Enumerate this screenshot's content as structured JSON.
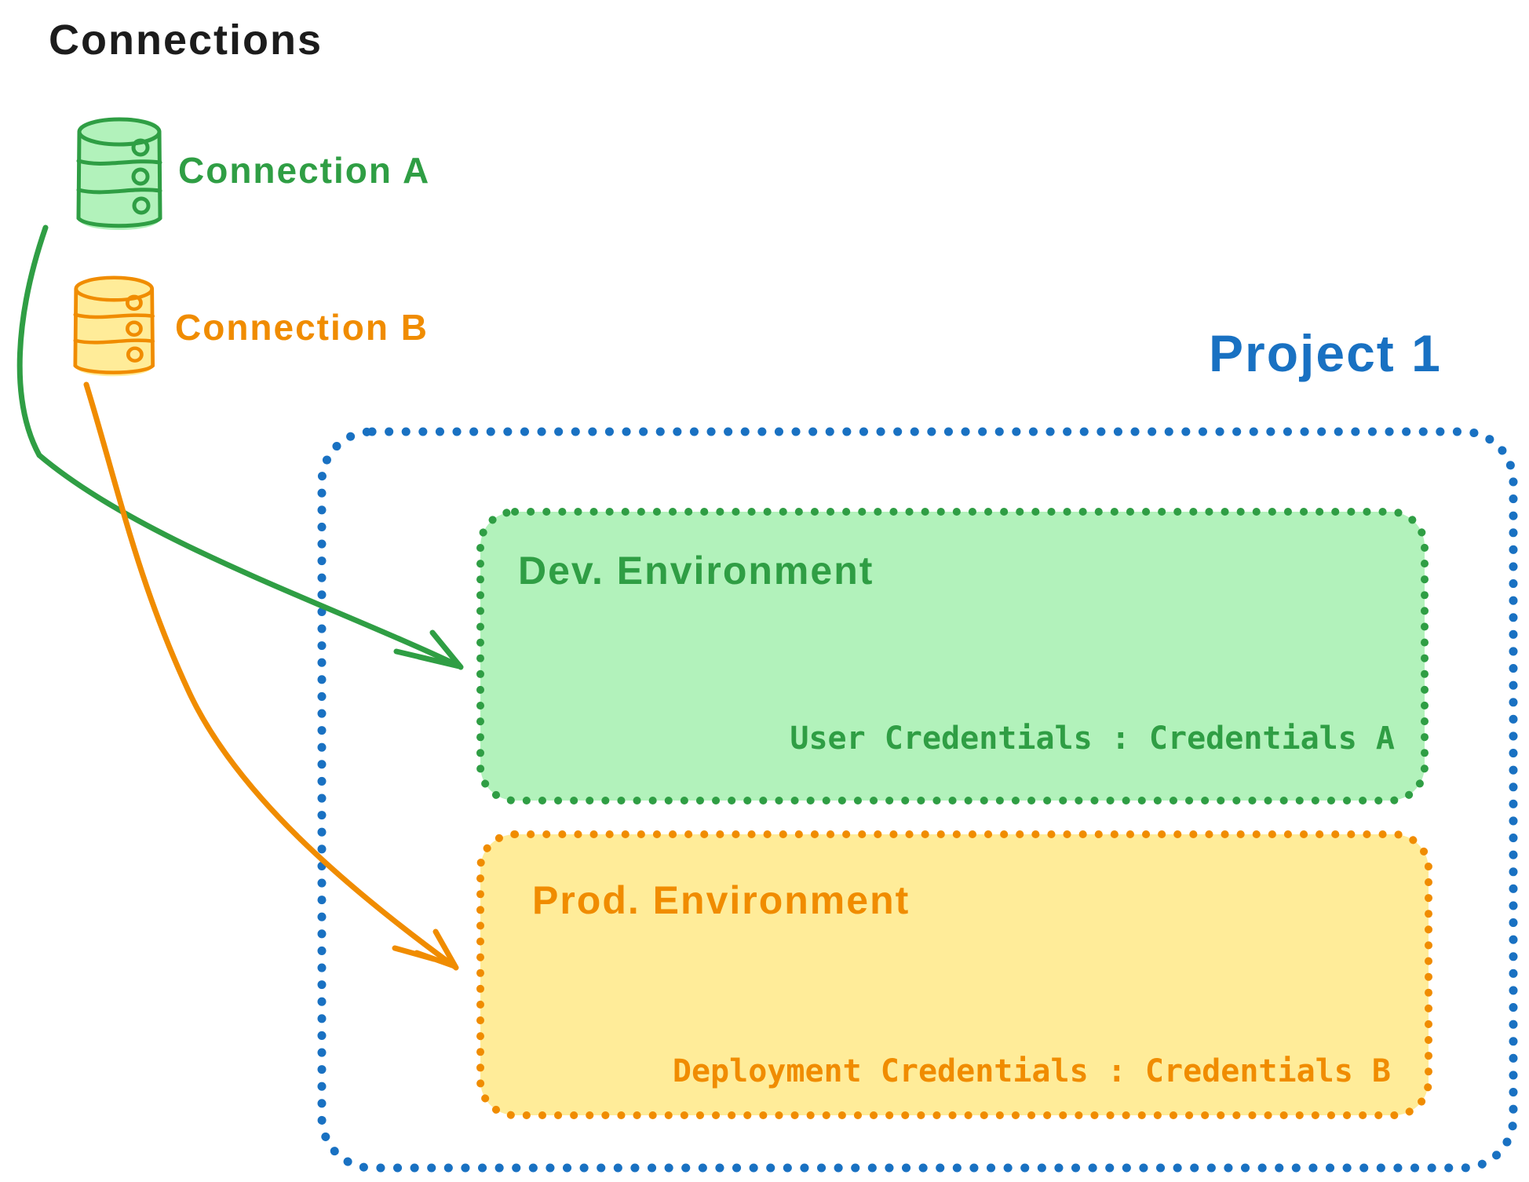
{
  "diagram": {
    "title": "Connections",
    "colors": {
      "text_black": "#1c1c1c",
      "green_stroke": "#2f9e44",
      "green_fill": "#b2f2bb",
      "orange_stroke": "#f08c00",
      "orange_fill": "#ffec99",
      "blue_stroke": "#1971c2"
    },
    "connections": [
      {
        "label": "Connection A"
      },
      {
        "label": "Connection B"
      }
    ],
    "project": {
      "label": "Project 1",
      "environments": [
        {
          "name": "Dev. Environment",
          "credentials": "User Credentials : Credentials A"
        },
        {
          "name": "Prod. Environment",
          "credentials": "Deployment Credentials : Credentials B"
        }
      ]
    }
  }
}
